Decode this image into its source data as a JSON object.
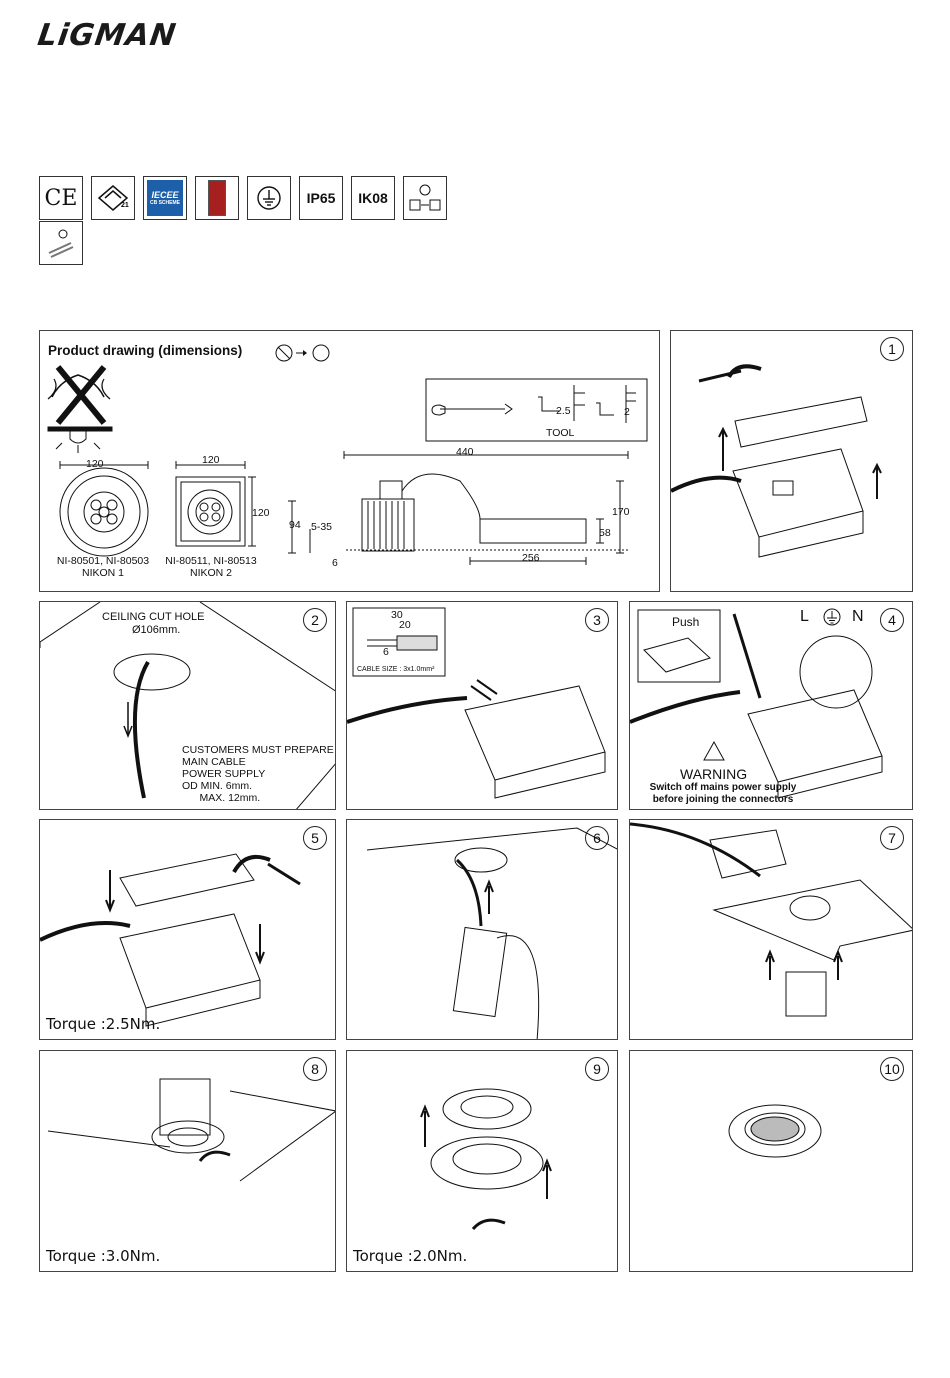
{
  "brand": {
    "logo_text": "LiGMAN"
  },
  "certifications": [
    {
      "icon": "ce-mark-icon",
      "label": "CE"
    },
    {
      "icon": "ik21-icon",
      "label": "21"
    },
    {
      "icon": "iecee-cb-scheme-icon",
      "label": "IECEE",
      "sub": "CB SCHEME"
    },
    {
      "icon": "intertek-icon",
      "label": ""
    },
    {
      "icon": "earth-ground-icon",
      "label": ""
    },
    {
      "icon": "ip-rating-icon",
      "label": "IP65"
    },
    {
      "icon": "ik-rating-icon",
      "label": "IK08"
    },
    {
      "icon": "dali-dimming-icon",
      "label": ""
    },
    {
      "icon": "connector-icon",
      "label": ""
    }
  ],
  "product_drawing": {
    "title": "Product drawing (dimensions)",
    "tool_label": "TOOL",
    "tool_dims": [
      "2.5",
      "2"
    ],
    "model1": {
      "width": "120",
      "codes": "NI-80501, NI-80503",
      "name": "NIKON 1"
    },
    "model2": {
      "width": "120",
      "height": "120",
      "codes": "NI-80511, NI-80513",
      "name": "NIKON 2"
    },
    "side_dims": {
      "length": "440",
      "height": "94",
      "range": "5-35",
      "gap": "6",
      "box_len": "256",
      "box_h": "58",
      "total_h": "170"
    }
  },
  "steps": [
    {
      "n": "1"
    },
    {
      "n": "2",
      "heading": "CEILING CUT HOLE",
      "hole": "Ø106mm.",
      "notes": [
        "CUSTOMERS MUST PREPARE",
        "MAIN CABLE",
        "POWER SUPPLY",
        "OD MIN. 6mm.",
        "      MAX. 12mm."
      ]
    },
    {
      "n": "3",
      "strip": [
        "30",
        "20",
        "6"
      ],
      "cable_size": "CABLE SIZE : 3x1.0mm²"
    },
    {
      "n": "4",
      "push": "Push",
      "terminals": [
        "L",
        "N"
      ],
      "warning": "WARNING",
      "warning_text": [
        "Switch off mains power supply",
        "before joining the connectors"
      ]
    },
    {
      "n": "5",
      "torque": "Torque :2.5Nm."
    },
    {
      "n": "6"
    },
    {
      "n": "7"
    },
    {
      "n": "8",
      "torque": "Torque :3.0Nm."
    },
    {
      "n": "9",
      "torque": "Torque :2.0Nm."
    },
    {
      "n": "10"
    }
  ]
}
